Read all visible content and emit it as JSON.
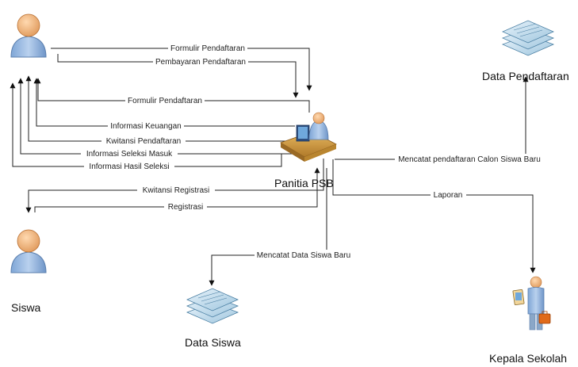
{
  "nodes": {
    "top_actor": {
      "label": ""
    },
    "panitia": {
      "label": "Panitia PSB"
    },
    "siswa": {
      "label": "Siswa"
    },
    "kepala": {
      "label": "Kepala Sekolah"
    },
    "data_pendaftaran": {
      "label": "Data Pendaftaran"
    },
    "data_siswa": {
      "label": "Data Siswa"
    }
  },
  "edges": [
    {
      "id": "formulir-1",
      "label": "Formulir Pendaftaran",
      "from": "top_actor",
      "to": "panitia"
    },
    {
      "id": "pembayaran",
      "label": "Pembayaran Pendaftaran",
      "from": "top_actor",
      "to": "panitia"
    },
    {
      "id": "formulir-2",
      "label": "Formulir Pendaftaran",
      "from": "panitia",
      "to": "top_actor"
    },
    {
      "id": "info-keuangan",
      "label": "Informasi Keuangan",
      "from": "panitia",
      "to": "top_actor"
    },
    {
      "id": "kwitansi-pendaftaran",
      "label": "Kwitansi Pendaftaran",
      "from": "panitia",
      "to": "top_actor"
    },
    {
      "id": "info-seleksi",
      "label": "Informasi Seleksi Masuk",
      "from": "panitia",
      "to": "top_actor"
    },
    {
      "id": "info-hasil",
      "label": "Informasi Hasil Seleksi",
      "from": "panitia",
      "to": "top_actor"
    },
    {
      "id": "kwitansi-registrasi",
      "label": "Kwitansi Registrasi",
      "from": "panitia",
      "to": "siswa"
    },
    {
      "id": "registrasi",
      "label": "Registrasi",
      "from": "siswa",
      "to": "panitia"
    },
    {
      "id": "mencatat-pendaftaran",
      "label": "Mencatat pendaftaran Calon Siswa Baru",
      "from": "panitia",
      "to": "data_pendaftaran"
    },
    {
      "id": "laporan",
      "label": "Laporan",
      "from": "panitia",
      "to": "kepala"
    },
    {
      "id": "mencatat-siswa",
      "label": "Mencatat Data Siswa Baru",
      "from": "panitia",
      "to": "data_siswa"
    }
  ]
}
